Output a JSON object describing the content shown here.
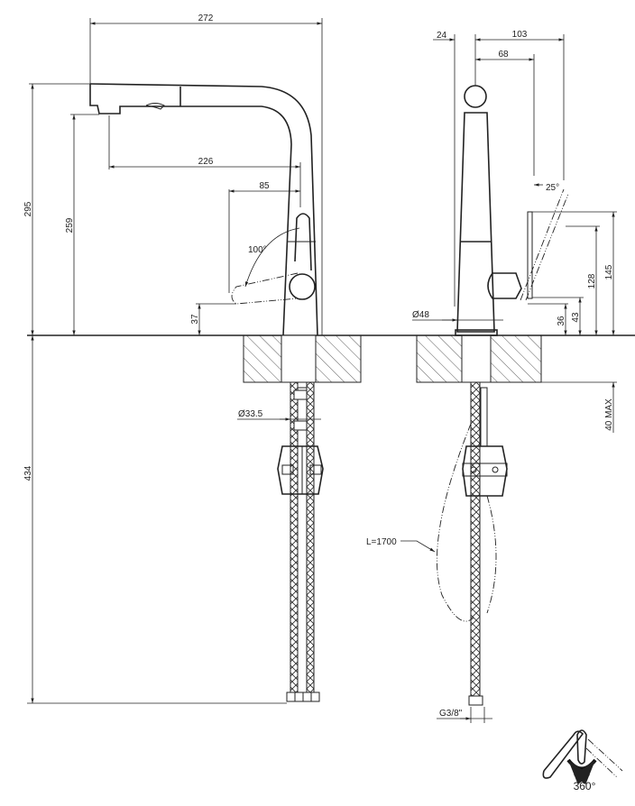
{
  "drawing": {
    "side_view": {
      "overall_length": "272",
      "spout_reach": "226",
      "lever_reach": "85",
      "overall_height": "295",
      "spout_height": "259",
      "lever_min_height": "37",
      "lever_angle": "100°",
      "underside_length": "434",
      "shank_diameter": "Ø33.5"
    },
    "front_view": {
      "offset_left": "24",
      "offset_total": "103",
      "offset_lever": "68",
      "lever_tilt": "25°",
      "lever_height_mid": "128",
      "lever_height_top": "145",
      "lever_low": "36",
      "lever_base": "43",
      "body_diameter": "Ø48",
      "counter_thickness": "40 MAX",
      "hose_length": "L=1700",
      "connection_thread": "G3/8\""
    },
    "rotation_icon": {
      "label": "360°"
    }
  }
}
